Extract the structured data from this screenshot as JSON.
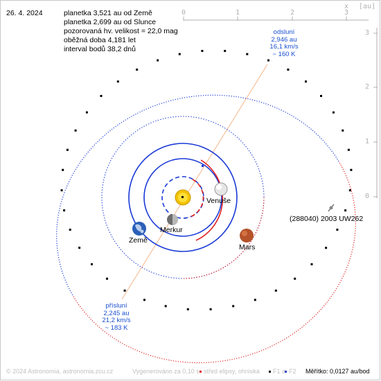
{
  "header": {
    "date": "26. 4. 2024",
    "lines": [
      "planetka 3,521 au od Země",
      "planetka 2,699 au od Slunce",
      "pozorovaná hv. velikost = 22,0 mag",
      "oběžná doba 4,181 let",
      "interval bodů 38,2 dnů"
    ]
  },
  "axes": {
    "x_ticks": [
      "0",
      "1",
      "2",
      "3"
    ],
    "x_unit": "x",
    "au_label": "[au]",
    "y_ticks": [
      "3",
      "2",
      "1",
      "0"
    ]
  },
  "aphelion": {
    "title": "odsluní",
    "distance": "2,946 au",
    "speed": "16,1 km/s",
    "temp": "~ 160 K"
  },
  "perihelion": {
    "title": "přísluní",
    "distance": "2,245 au",
    "speed": "21,2 km/s",
    "temp": "~ 183 K"
  },
  "planets": {
    "venus": "Venuše",
    "mercury": "Merkur",
    "earth": "Země",
    "mars": "Mars"
  },
  "asteroid": {
    "name": "(288040) 2003 UW262"
  },
  "footer": {
    "copyright": "© 2024 Astronomia, astronomia.zcu.cz",
    "generated": "Vygenerováno za 0,10 s",
    "legend_center": "střed elipsy, ohniska",
    "legend_f1": "F1 a",
    "legend_f2": "F2",
    "scale": "Měřítko: 0,0127 au/bod"
  },
  "colors": {
    "orbit_blue": "#1a3ad6",
    "orbit_red": "#e02020",
    "apsides_line": "#f6b58a",
    "sun": "#f2c200",
    "grid_text": "#b0b0b0"
  }
}
